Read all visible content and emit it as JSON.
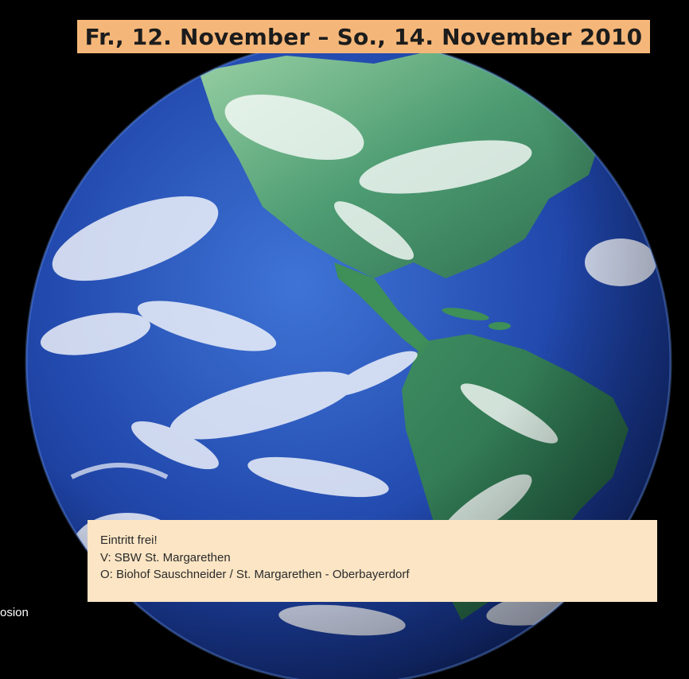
{
  "banner": {
    "date_text": "Fr., 12. November – So., 14. November 2010"
  },
  "left_fragment": {
    "text": "osion"
  },
  "info_box": {
    "lines": [
      "Eintritt frei!",
      "V: SBW St. Margarethen",
      "O: Biohof Sauschneider / St. Margarethen - Oberbayerdorf"
    ]
  },
  "colors": {
    "banner_bg": "#f5b779",
    "info_bg": "#fbe5c4",
    "background": "#000000",
    "ocean": "#1d46a8",
    "land": "#3d8a5a"
  },
  "image": {
    "subject": "earth-globe-image"
  }
}
